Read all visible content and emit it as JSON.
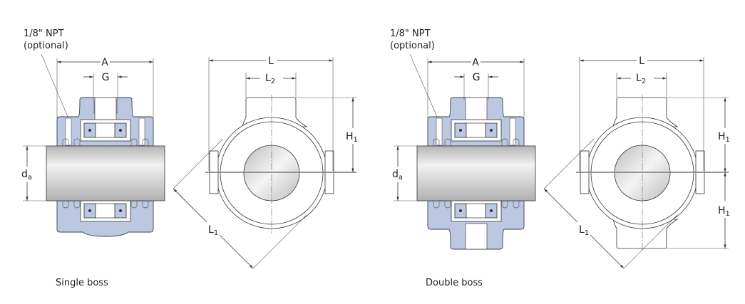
{
  "views": [
    {
      "caption": "Single boss",
      "npt_label_line1": "1/8\" NPT",
      "npt_label_line2": "(optional)",
      "dim_A": "A",
      "dim_G": "G",
      "dim_da": "d",
      "dim_da_sub": "a",
      "dim_L": "L",
      "dim_L2": "L",
      "dim_L2_sub": "2",
      "dim_L1": "L",
      "dim_L1_sub": "1",
      "dim_H1": "H",
      "dim_H1_sub": "1"
    },
    {
      "caption": "Double boss",
      "npt_label_line1": "1/8\" NPT",
      "npt_label_line2": "(optional)",
      "dim_A": "A",
      "dim_G": "G",
      "dim_da": "d",
      "dim_da_sub": "a",
      "dim_L": "L",
      "dim_L2": "L",
      "dim_L2_sub": "2",
      "dim_L1": "L",
      "dim_L1_sub": "1",
      "dim_H1": "H",
      "dim_H1_sub": "1",
      "dim_H1_lower": "H",
      "dim_H1_lower_sub": "1"
    }
  ],
  "colors": {
    "housing": "#bcc8e2",
    "shaft": "#cfcfcf",
    "line": "#333333"
  }
}
